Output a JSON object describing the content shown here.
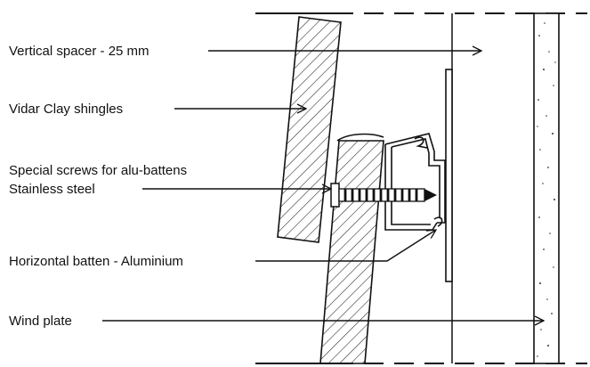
{
  "labels": {
    "vertical_spacer": "Vertical spacer - 25 mm",
    "clay_shingles": "Vidar Clay shingles",
    "screws_line1": "Special screws for alu-battens",
    "screws_line2": "Stainless steel",
    "horizontal_batten": "Horizontal batten - Aluminium",
    "wind_plate": "Wind plate"
  },
  "colors": {
    "ink": "#111111",
    "background": "#ffffff"
  }
}
